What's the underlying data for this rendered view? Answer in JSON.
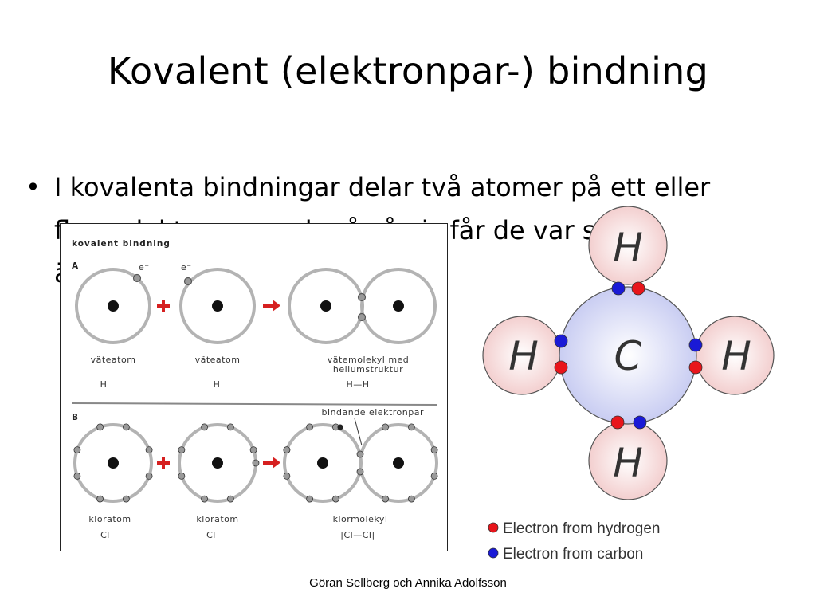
{
  "slide": {
    "title": "Kovalent (elektronpar-) bindning",
    "bullet_text": "I kovalenta bindningar delar två atomer på ett eller flera elektronpar och på så vis får de var sin ädelgasstruktur.",
    "footer": "Göran Sellberg och Annika Adolfsson"
  },
  "figure_a": {
    "header": "kovalent bindning",
    "panel_a": "A",
    "panel_b": "B",
    "electron_label": "e⁻",
    "atom1_name": "väteatom",
    "atom2_name": "väteatom",
    "molecule_name_line1": "vätemolekyl med",
    "molecule_name_line2": "heliumstruktur",
    "atom1_symbol": "H",
    "atom2_symbol": "H",
    "molecule_formula": "H—H",
    "bonding_pair_label": "bindande elektronpar",
    "atom3_name": "kloratom",
    "atom4_name": "kloratom",
    "molecule2_name": "klormolekyl",
    "atom3_symbol": "Cl",
    "atom4_symbol": "Cl",
    "molecule2_formula": "|Cl—Cl|",
    "colors": {
      "plus": "#d62020",
      "arrow": "#d62020"
    }
  },
  "methane": {
    "center": "C",
    "hydrogens": [
      "H",
      "H",
      "H",
      "H"
    ],
    "legend": [
      {
        "label": "Electron from hydrogen",
        "color": "#e8151b"
      },
      {
        "label": "Electron from carbon",
        "color": "#1a1ad6"
      }
    ]
  }
}
